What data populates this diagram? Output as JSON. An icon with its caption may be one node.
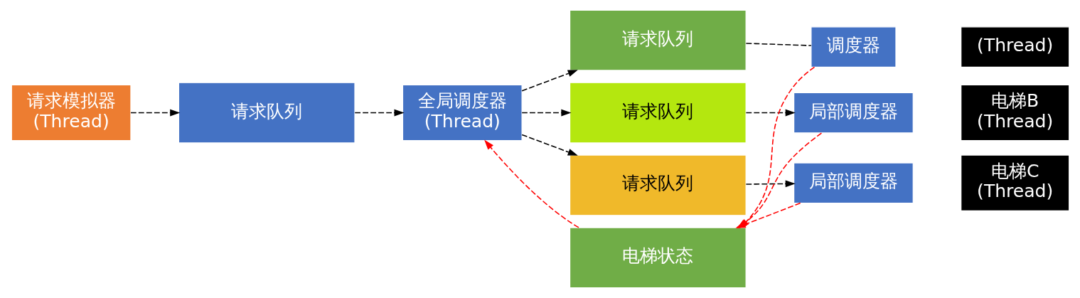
{
  "diagram": {
    "nodes": [
      {
        "text": [
          "请求模拟器",
          "(Thread)"
        ]
      },
      {
        "text": [
          "请求队列"
        ]
      },
      {
        "text": [
          "全局调度器",
          "(Thread)"
        ]
      },
      {
        "text": [
          "请求队列"
        ]
      },
      {
        "text": [
          "请求队列"
        ]
      },
      {
        "text": [
          "请求队列"
        ]
      },
      {
        "text": [
          "电梯状态"
        ]
      },
      {
        "text": [
          "调度器"
        ]
      },
      {
        "text": [
          "(Thread)"
        ]
      },
      {
        "text": [
          "局部调度器"
        ]
      },
      {
        "text": [
          "电梯B",
          "(Thread)"
        ]
      },
      {
        "text": [
          "局部调度器"
        ]
      },
      {
        "text": [
          "电梯C",
          "(Thread)"
        ]
      }
    ],
    "edges": [
      {
        "from": 0,
        "to": 1,
        "arrow": "to",
        "style": "dashed"
      },
      {
        "from": 1,
        "to": 2,
        "arrow": "to",
        "style": "dashed"
      },
      {
        "from": 2,
        "to": 3,
        "arrow": "to",
        "style": "dashed"
      },
      {
        "from": 2,
        "to": 4,
        "arrow": "to",
        "style": "dashed"
      },
      {
        "from": 2,
        "to": 5,
        "arrow": "to",
        "style": "dashed"
      },
      {
        "from": 3,
        "to": 7,
        "arrow": "none",
        "style": "dashed"
      },
      {
        "from": 4,
        "to": 9,
        "arrow": "to",
        "style": "dashed"
      },
      {
        "from": 5,
        "to": 11,
        "arrow": "to",
        "style": "dashed"
      },
      {
        "from": 6,
        "to": 2,
        "arrow": "to",
        "style": "dashed",
        "color": "#ff0000"
      },
      {
        "from": 7,
        "to": 6,
        "arrow": "to",
        "style": "dashed",
        "color": "#ff0000"
      },
      {
        "from": 9,
        "to": 6,
        "arrow": "to",
        "style": "dashed",
        "color": "#ff0000"
      },
      {
        "from": 11,
        "to": 6,
        "arrow": "to",
        "style": "dashed",
        "color": "#ff0000"
      }
    ]
  }
}
